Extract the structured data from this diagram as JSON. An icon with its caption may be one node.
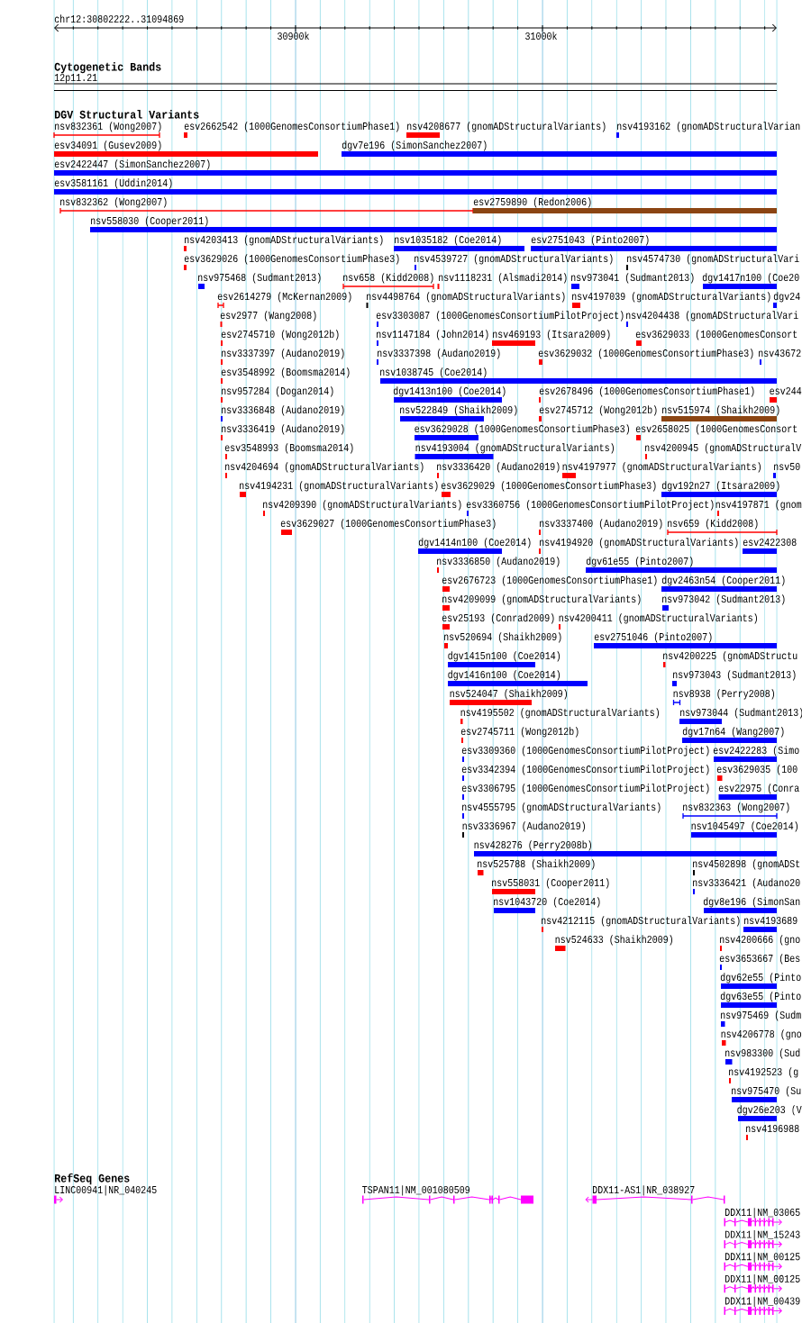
{
  "diagram": {
    "labels": [
      "chr12:30802222..31094869",
      "30900k",
      "31000k",
      "Cytogenetic Bands",
      "12p11.21",
      "DGV Structural Variants",
      "nsv832361 (Wong2007)",
      "esv2662542 (1000GenomesConsortiumPhase1)",
      "nsv4208677 (gnomADStructuralVariants)",
      "nsv4193162 (gnomADStructuralVarian",
      "esv34091 (Gusev2009)",
      "dgv7e196 (SimonSanchez2007)",
      "esv2422447 (SimonSanchez2007)",
      "esv3581161 (Uddin2014)",
      "nsv832362 (Wong2007)",
      "esv2759890 (Redon2006)",
      "nsv558030 (Cooper2011)",
      "nsv4203413 (gnomADStructuralVariants)",
      "nsv1035182 (Coe2014)",
      "esv2751043 (Pinto2007)",
      "esv3629026 (1000GenomesConsortiumPhase3)",
      "nsv4539727 (gnomADStructuralVariants)",
      "nsv4574730 (gnomADStructuralVari",
      "nsv975468 (Sudmant2013)",
      "nsv658 (Kidd2008)",
      "nsv1118231 (Alsmadi2014)",
      "nsv973041 (Sudmant2013)",
      "dgv1417n100 (Coe20",
      "esv2614279 (McKernan2009)",
      "nsv4498764 (gnomADStructuralVariants)",
      "nsv4197039 (gnomADStructuralVariants)",
      "dgv24",
      "esv2977 (Wang2008)",
      "esv3303087 (1000GenomesConsortiumPilotProject)",
      "nsv4204438 (gnomADStructuralVari",
      "esv2745710 (Wong2012b)",
      "nsv1147184 (John2014)",
      "nsv469193 (Itsara2009)",
      "esv3629033 (1000GenomesConsort",
      "nsv3337397 (Audano2019)",
      "nsv3337398 (Audano2019)",
      "esv3629032 (1000GenomesConsortiumPhase3)",
      "nsv43672",
      "esv3548992 (Boomsma2014)",
      "nsv1038745 (Coe2014)",
      "nsv957284 (Dogan2014)",
      "dgv1413n100 (Coe2014)",
      "esv2678496 (1000GenomesConsortiumPhase1)",
      "esv244",
      "nsv3336848 (Audano2019)",
      "nsv522849 (Shaikh2009)",
      "esv2745712 (Wong2012b)",
      "nsv515974 (Shaikh2009)",
      "nsv3336419 (Audano2019)",
      "esv3629028 (1000GenomesConsortiumPhase3)",
      "esv2658025 (1000GenomesConsort",
      "esv3548993 (Boomsma2014)",
      "nsv4193004 (gnomADStructuralVariants)",
      "nsv4200945 (gnomADStructuralV",
      "nsv4204694 (gnomADStructuralVariants)",
      "nsv3336420 (Audano2019)",
      "nsv4197977 (gnomADStructuralVariants)",
      "nsv50",
      "nsv4194231 (gnomADStructuralVariants)",
      "esv3629029 (1000GenomesConsortiumPhase3)",
      "dgv192n27 (Itsara2009)",
      "nsv4209390 (gnomADStructuralVariants)",
      "esv3360756 (1000GenomesConsortiumPilotProject)",
      "nsv4197871 (gnom",
      "esv3629027 (1000GenomesConsortiumPhase3)",
      "nsv3337400 (Audano2019)",
      "nsv659 (Kidd2008)",
      "dgv1414n100 (Coe2014)",
      "nsv4194920 (gnomADStructuralVariants)",
      "esv2422308",
      "nsv3336850 (Audano2019)",
      "dgv61e55 (Pinto2007)",
      "esv2676723 (1000GenomesConsortiumPhase1)",
      "dgv2463n54 (Cooper2011)",
      "nsv4209099 (gnomADStructuralVariants)",
      "nsv973042 (Sudmant2013)",
      "esv25193 (Conrad2009)",
      "nsv4200411 (gnomADStructuralVariants)",
      "nsv520694 (Shaikh2009)",
      "esv2751046 (Pinto2007)",
      "dgv1415n100 (Coe2014)",
      "nsv4200225 (gnomADStructu",
      "dgv1416n100 (Coe2014)",
      "nsv973043 (Sudmant2013)",
      "nsv524047 (Shaikh2009)",
      "nsv8938 (Perry2008)",
      "nsv4195502 (gnomADStructuralVariants)",
      "nsv973044 (Sudmant2013)",
      "esv2745711 (Wong2012b)",
      "dgv17n64 (Wang2007)",
      "esv3309360 (1000GenomesConsortiumPilotProject)",
      "esv2422283 (Simo",
      "esv3342394 (1000GenomesConsortiumPilotProject)",
      "esv3629035 (100",
      "esv3306795 (1000GenomesConsortiumPilotProject)",
      "esv22975 (Conra",
      "nsv4555795 (gnomADStructuralVariants)",
      "nsv832363 (Wong2007)",
      "nsv3336967 (Audano2019)",
      "nsv1045497 (Coe2014)",
      "nsv428276 (Perry2008b)",
      "nsv525788 (Shaikh2009)",
      "nsv4502898 (gnomADSt",
      "nsv558031 (Cooper2011)",
      "nsv3336421 (Audano20",
      "nsv1043720 (Coe2014)",
      "dgv8e196 (SimonSan",
      "nsv4212115 (gnomADStructuralVariants)",
      "nsv4193689",
      "nsv524633 (Shaikh2009)",
      "nsv4200666 (gno",
      "esv3653667 (Bes",
      "dgv62e55 (Pinto",
      "dgv63e55 (Pinto",
      "nsv975469 (Sudm",
      "nsv4206778 (gno",
      "nsv983300 (Sud",
      "nsv4192523 (g",
      "nsv975470 (Su",
      "dgv26e203 (V",
      "nsv4196988",
      "RefSeq Genes",
      "LINC00941|NR_040245",
      "TSPAN11|NM_001080509",
      "DDX11-AS1|NR_038927",
      "DDX11|NM_03065",
      "DDX11|NM_15243",
      "DDX11|NM_00125",
      "DDX11|NM_00125",
      "DDX11|NM_00439"
    ]
  }
}
